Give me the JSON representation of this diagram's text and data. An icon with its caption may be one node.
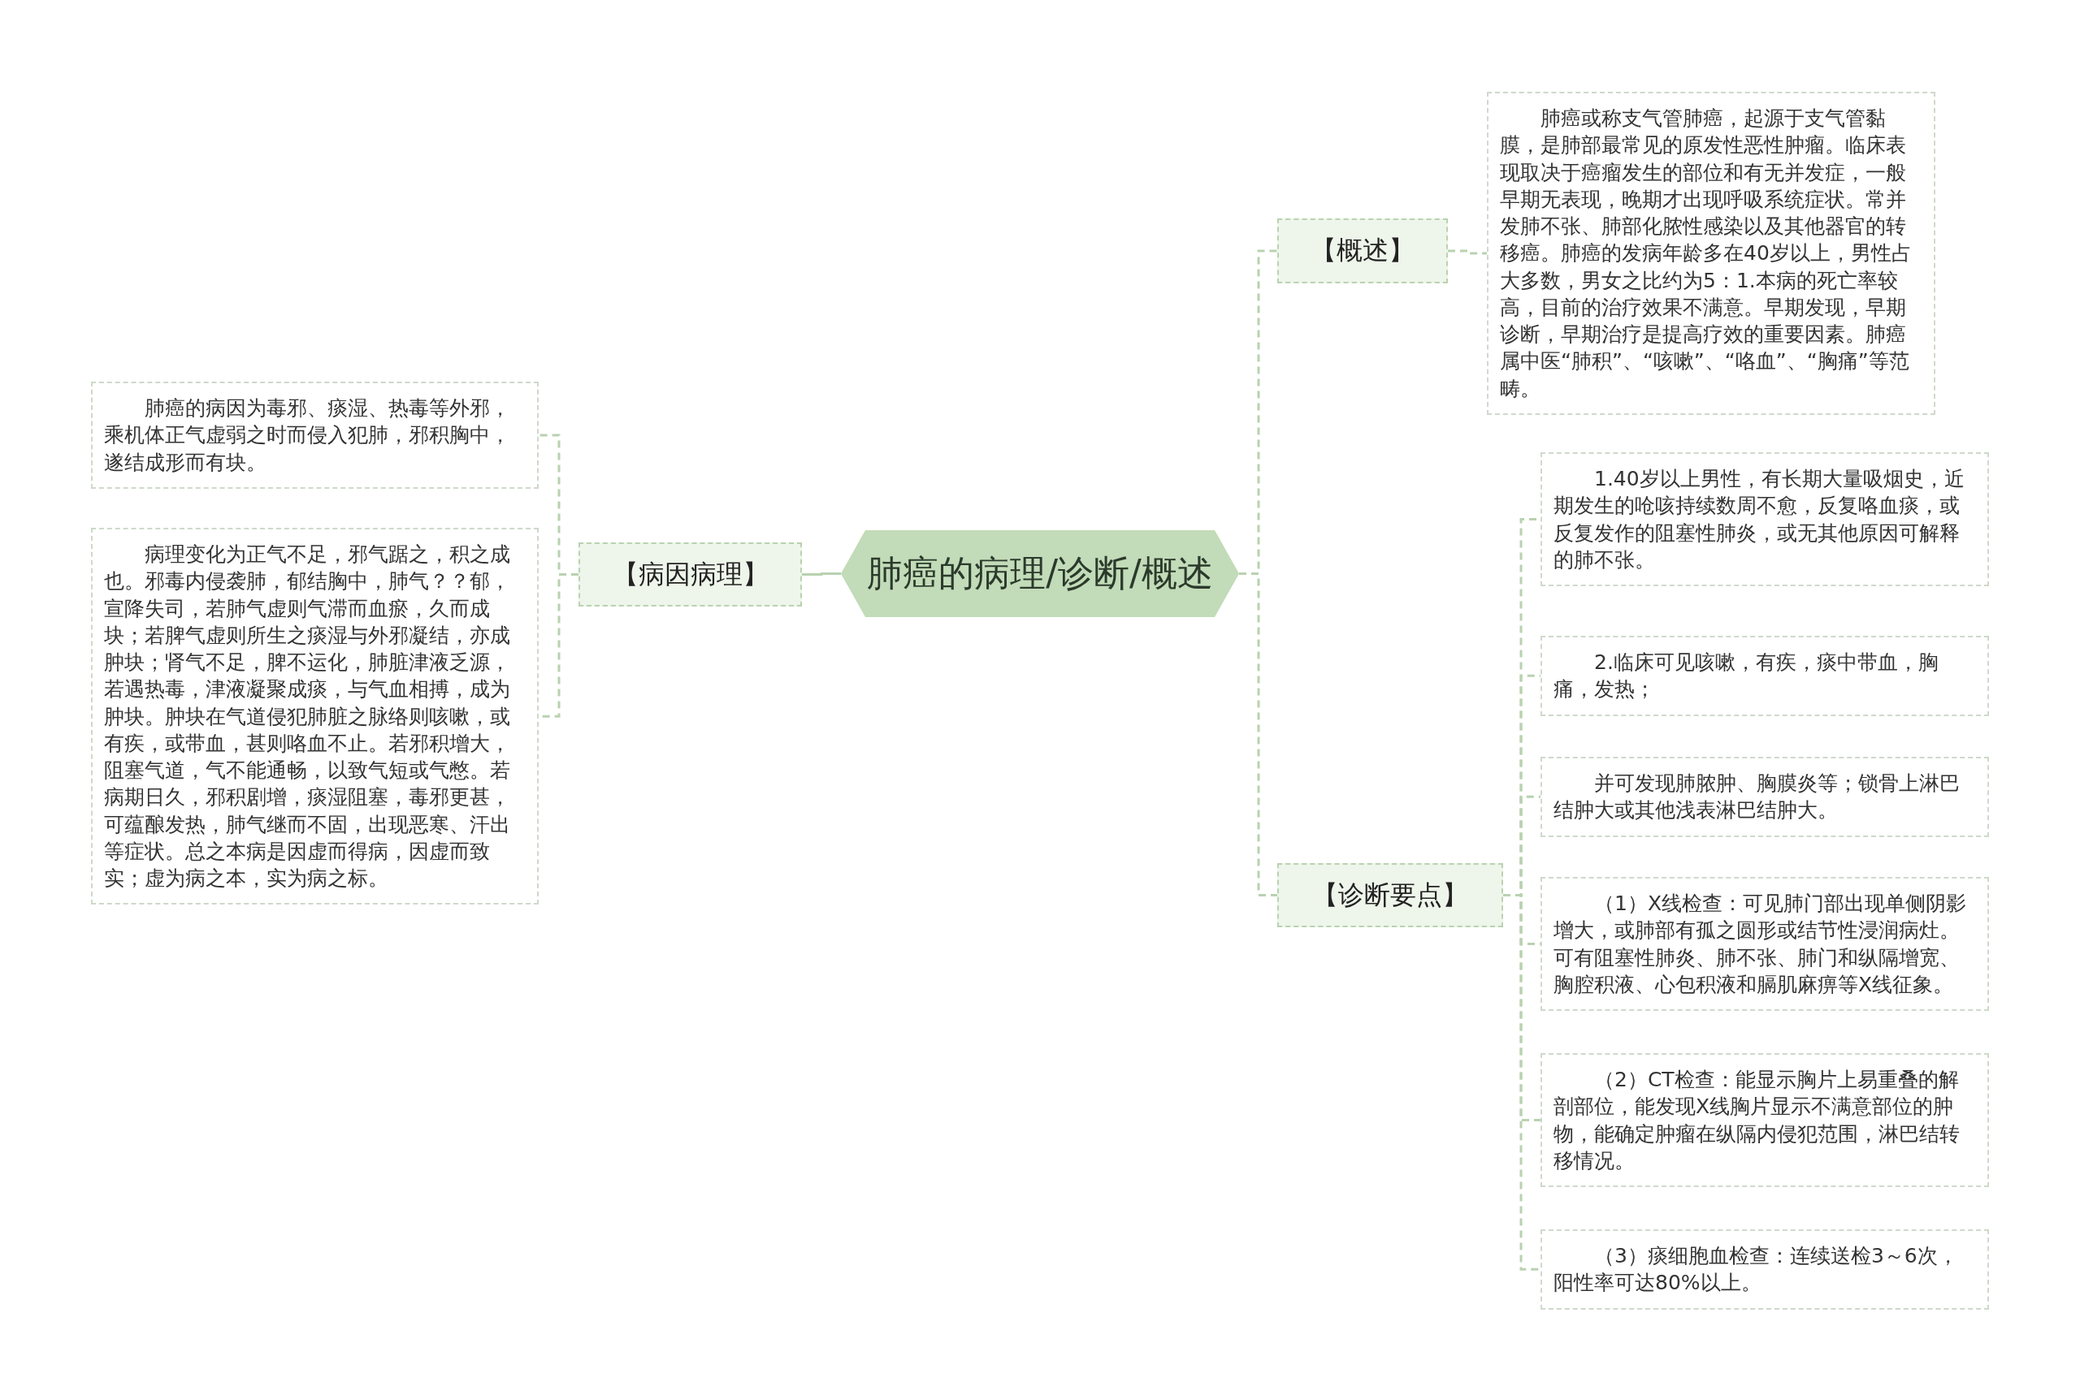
{
  "diagram": {
    "nodes": [
      {
        "text": [
          "肺癌的病理/诊断/概述"
        ]
      },
      {
        "text": [
          "【病因病理】"
        ]
      },
      {
        "text": [
          "肺癌的病因为毒邪、痰湿、热毒等外邪，乘机体正气虚弱之时而侵入犯肺，邪积胸中，遂结成形而有块。"
        ]
      },
      {
        "text": [
          "病理变化为正气不足，邪气踞之，积之成也。邪毒内侵袭肺，郁结胸中，肺气？？郁，宣降失司，若肺气虚则气滞而血瘀，久而成块；若脾气虚则所生之痰湿与外邪凝结，亦成肿块；肾气不足，脾不运化，肺脏津液乏源，若遇热毒，津液凝聚成痰，与气血相搏，成为肿块。肿块在气道侵犯肺脏之脉络则咳嗽，或有疾，或带血，甚则咯血不止。若邪积增大，阻塞气道，气不能通畅，以致气短或气憋。若病期日久，邪积剧增，痰湿阻塞，毒邪更甚，可蕴酿发热，肺气继而不固，出现恶寒、汗出等症状。总之本病是因虚而得病，因虚而致实；虚为病之本，实为病之标。"
        ]
      },
      {
        "text": [
          "【概述】"
        ]
      },
      {
        "text": [
          "肺癌或称支气管肺癌，起源于支气管黏膜，是肺部最常见的原发性恶性肿瘤。临床表现取决于癌瘤发生的部位和有无并发症，一般早期无表现，晚期才出现呼吸系统症状。常并发肺不张、肺部化脓性感染以及其他器官的转移癌。肺癌的发病年龄多在40岁以上，男性占大多数，男女之比约为5：1.本病的死亡率较高，目前的治疗效果不满意。早期发现，早期诊断，早期治疗是提高疗效的重要因素。肺癌属中医“肺积”、“咳嗽”、“咯血”、“胸痛”等范畴。"
        ]
      },
      {
        "text": [
          "【诊断要点】"
        ]
      },
      {
        "text": [
          "1.40岁以上男性，有长期大量吸烟史，近期发生的呛咳持续数周不愈，反复咯血痰，或反复发作的阻塞性肺炎，或无其他原因可解释的肺不张。"
        ]
      },
      {
        "text": [
          "2.临床可见咳嗽，有疾，痰中带血，胸痛，发热；"
        ]
      },
      {
        "text": [
          "并可发现肺脓肿、胸膜炎等；锁骨上淋巴结肿大或其他浅表淋巴结肿大。"
        ]
      },
      {
        "text": [
          "（1）X线检查：可见肺门部出现单侧阴影增大，或肺部有孤之圆形或结节性浸润病灶。可有阻塞性肺炎、肺不张、肺门和纵隔增宽、胸腔积液、心包积液和膈肌麻痹等X线征象。"
        ]
      },
      {
        "text": [
          "（2）CT检查：能显示胸片上易重叠的解剖部位，能发现X线胸片显示不满意部位的肿物，能确定肿瘤在纵隔内侵犯范围，淋巴结转移情况。"
        ]
      },
      {
        "text": [
          "（3）痰细胞血检查：连续送检3～6次，阳性率可达80%以上。"
        ]
      }
    ],
    "edges": [
      {
        "from": 0,
        "to": 1,
        "arrow": "none"
      },
      {
        "from": 1,
        "to": 2,
        "arrow": "none",
        "style": "dashed"
      },
      {
        "from": 1,
        "to": 3,
        "arrow": "none",
        "style": "dashed"
      },
      {
        "from": 0,
        "to": 4,
        "arrow": "none",
        "style": "dashed"
      },
      {
        "from": 0,
        "to": 6,
        "arrow": "none",
        "style": "dashed"
      },
      {
        "from": 4,
        "to": 5,
        "arrow": "none",
        "style": "dashed"
      },
      {
        "from": 6,
        "to": 7,
        "arrow": "none",
        "style": "dashed"
      },
      {
        "from": 6,
        "to": 8,
        "arrow": "none",
        "style": "dashed"
      },
      {
        "from": 6,
        "to": 9,
        "arrow": "none",
        "style": "dashed"
      },
      {
        "from": 6,
        "to": 10,
        "arrow": "none",
        "style": "dashed"
      },
      {
        "from": 6,
        "to": 11,
        "arrow": "none",
        "style": "dashed"
      },
      {
        "from": 6,
        "to": 12,
        "arrow": "none",
        "style": "dashed"
      }
    ]
  }
}
